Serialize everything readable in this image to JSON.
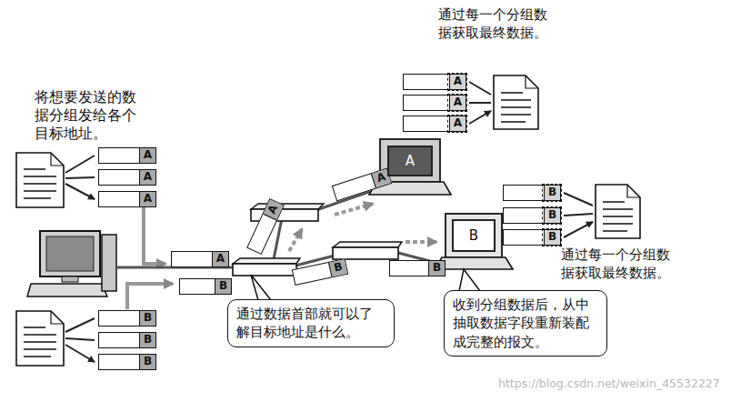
{
  "diagram": {
    "nodes": [
      {
        "text": [
          "A"
        ]
      },
      {
        "text": [
          "A"
        ]
      },
      {
        "text": [
          "A"
        ]
      },
      {
        "text": [
          "B"
        ]
      },
      {
        "text": [
          "B"
        ]
      },
      {
        "text": [
          "B"
        ]
      },
      {
        "text": [
          "A"
        ]
      },
      {
        "text": [
          "B"
        ]
      },
      {
        "text": [
          "A"
        ]
      },
      {
        "text": [
          "A"
        ]
      },
      {
        "text": [
          "B"
        ]
      },
      {
        "text": [
          "B"
        ]
      },
      {
        "text": [
          "A"
        ]
      },
      {
        "text": [
          "A"
        ]
      },
      {
        "text": [
          "A"
        ]
      },
      {
        "text": [
          "B"
        ]
      },
      {
        "text": [
          "B"
        ]
      },
      {
        "text": [
          "B"
        ]
      },
      {
        "text": [
          "A"
        ]
      },
      {
        "text": [
          "B"
        ]
      },
      {
        "text": [
          "通过数据首部就可以了解目标地址是什么。"
        ]
      },
      {
        "text": [
          "收到分组数据后，从中抽取数据字段重新装配成完整的报文。"
        ]
      }
    ],
    "labels": [
      "将想要发送的数据分组发给各个目标地址。",
      "通过每一个分组数据获取最终数据。",
      "通过每一个分组数据获取最终数据。",
      "https://blog.csdn.net/weixin_45532227"
    ]
  }
}
